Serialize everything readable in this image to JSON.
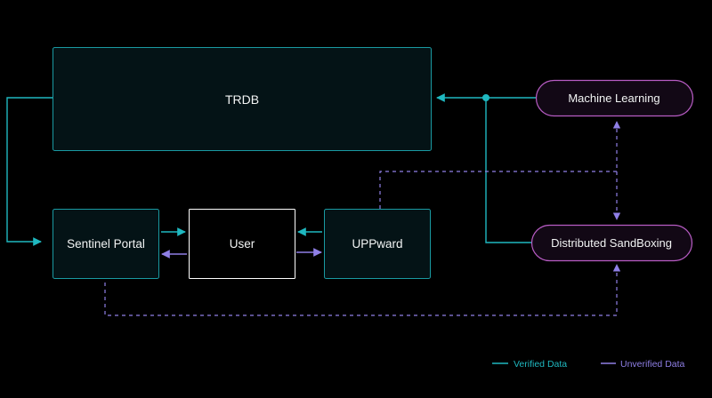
{
  "nodes": {
    "trdb": {
      "label": "TRDB"
    },
    "sentinel_portal": {
      "label": "Sentinel Portal"
    },
    "user": {
      "label": "User"
    },
    "uppward": {
      "label": "UPPward"
    },
    "machine_learning": {
      "label": "Machine Learning"
    },
    "distributed_sandboxing": {
      "label": "Distributed SandBoxing"
    }
  },
  "legend": {
    "verified": {
      "label": "Verified Data",
      "color": "#1fb8c0"
    },
    "unverified": {
      "label": "Unverified Data",
      "color": "#8f7fe6"
    }
  },
  "colors": {
    "background": "#000000",
    "node_fill_dark": "#041316",
    "node_border_teal": "#1a9aa2",
    "user_border": "#ffffff",
    "pill_fill": "#120815",
    "pill_border": "#b85cc4"
  }
}
